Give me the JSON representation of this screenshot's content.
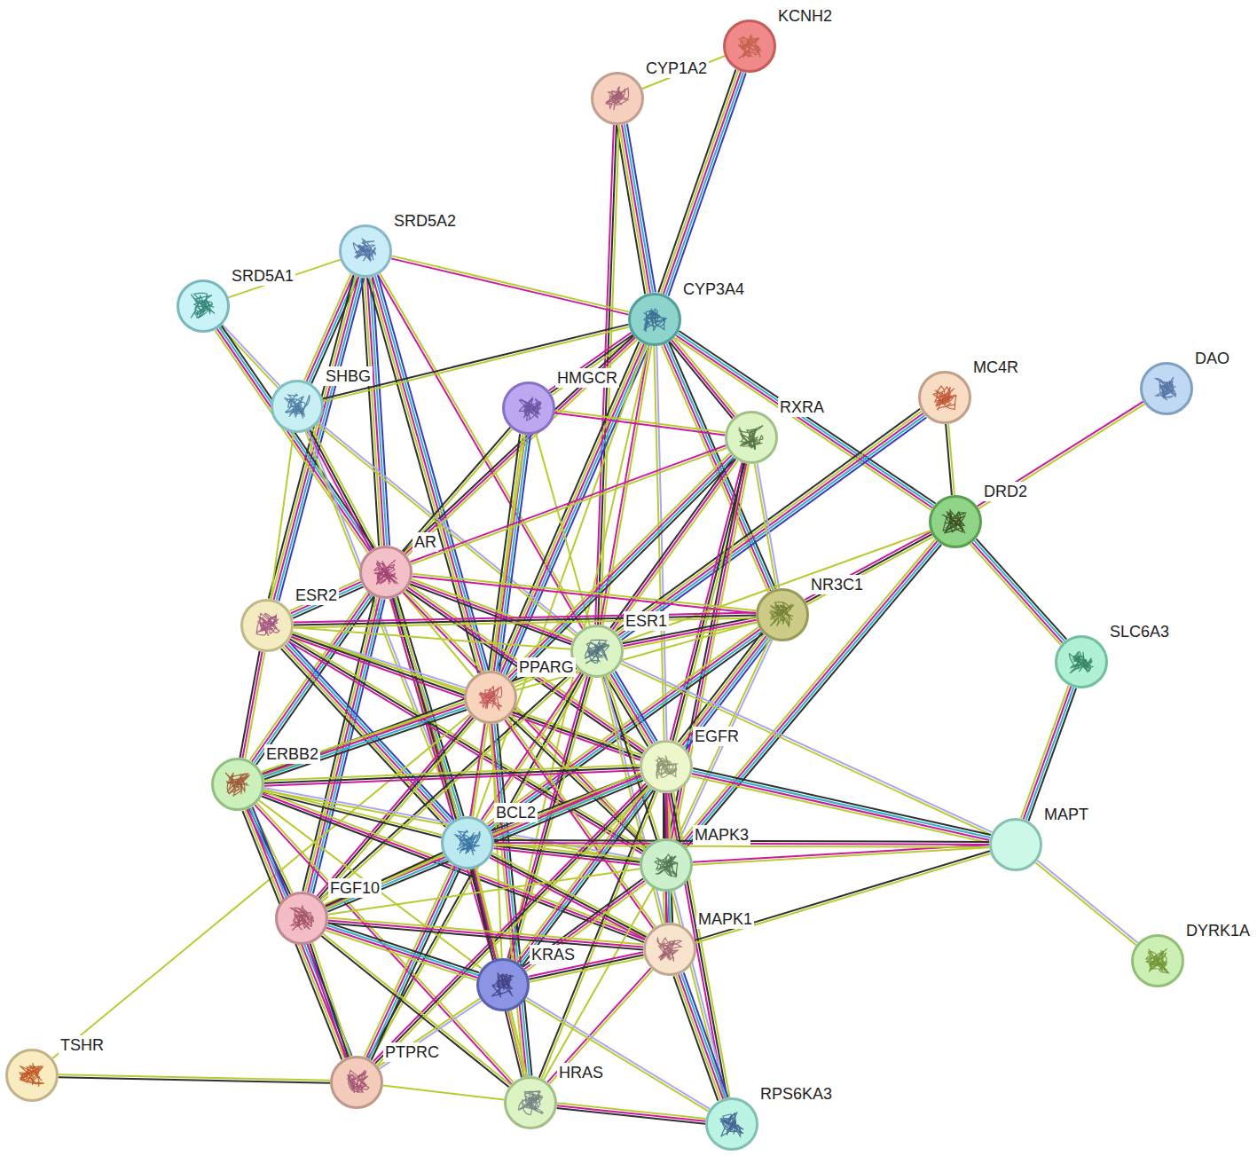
{
  "diagram": {
    "nodes": [
      {
        "text": [
          "KCNH2"
        ]
      },
      {
        "text": [
          "CYP1A2"
        ]
      },
      {
        "text": [
          "SRD5A2"
        ]
      },
      {
        "text": [
          "SRD5A1"
        ]
      },
      {
        "text": [
          "CYP3A4"
        ]
      },
      {
        "text": [
          "SHBG"
        ]
      },
      {
        "text": [
          "HMGCR"
        ]
      },
      {
        "text": [
          "MC4R"
        ]
      },
      {
        "text": [
          "DAO"
        ]
      },
      {
        "text": [
          "RXRA"
        ]
      },
      {
        "text": [
          "DRD2"
        ]
      },
      {
        "text": [
          "AR"
        ]
      },
      {
        "text": [
          "NR3C1"
        ]
      },
      {
        "text": [
          "ESR2"
        ]
      },
      {
        "text": [
          "ESR1"
        ]
      },
      {
        "text": [
          "PPARG"
        ]
      },
      {
        "text": [
          "SLC6A3"
        ]
      },
      {
        "text": [
          "ERBB2"
        ]
      },
      {
        "text": [
          "EGFR"
        ]
      },
      {
        "text": [
          "BCL2"
        ]
      },
      {
        "text": [
          "MAPT"
        ]
      },
      {
        "text": [
          "MAPK3"
        ]
      },
      {
        "text": [
          "FGF10"
        ]
      },
      {
        "text": [
          "MAPK1"
        ]
      },
      {
        "text": [
          "KRAS"
        ]
      },
      {
        "text": [
          "DYRK1A"
        ]
      },
      {
        "text": [
          "TSHR"
        ]
      },
      {
        "text": [
          "PTPRC"
        ]
      },
      {
        "text": [
          "HRAS"
        ]
      },
      {
        "text": [
          "RPS6KA3"
        ]
      }
    ],
    "edges": [
      {
        "from": 0,
        "to": 1,
        "arrow": "none"
      },
      {
        "from": 0,
        "to": 4,
        "arrow": "none"
      },
      {
        "from": 1,
        "to": 4,
        "arrow": "none"
      },
      {
        "from": 1,
        "to": 14,
        "arrow": "none"
      },
      {
        "from": 2,
        "to": 3,
        "arrow": "none"
      },
      {
        "from": 2,
        "to": 5,
        "arrow": "none"
      },
      {
        "from": 2,
        "to": 11,
        "arrow": "none"
      },
      {
        "from": 2,
        "to": 4,
        "arrow": "none"
      },
      {
        "from": 2,
        "to": 13,
        "arrow": "none"
      },
      {
        "from": 2,
        "to": 14,
        "arrow": "none"
      },
      {
        "from": 2,
        "to": 15,
        "arrow": "none"
      },
      {
        "from": 3,
        "to": 5,
        "arrow": "none"
      },
      {
        "from": 3,
        "to": 11,
        "arrow": "none"
      },
      {
        "from": 4,
        "to": 5,
        "arrow": "none"
      },
      {
        "from": 4,
        "to": 6,
        "arrow": "none"
      },
      {
        "from": 4,
        "to": 9,
        "arrow": "none"
      },
      {
        "from": 4,
        "to": 10,
        "arrow": "none"
      },
      {
        "from": 4,
        "to": 11,
        "arrow": "none"
      },
      {
        "from": 4,
        "to": 12,
        "arrow": "none"
      },
      {
        "from": 4,
        "to": 14,
        "arrow": "none"
      },
      {
        "from": 4,
        "to": 15,
        "arrow": "none"
      },
      {
        "from": 4,
        "to": 18,
        "arrow": "none"
      },
      {
        "from": 4,
        "to": 19,
        "arrow": "none"
      },
      {
        "from": 4,
        "to": 24,
        "arrow": "none"
      },
      {
        "from": 5,
        "to": 11,
        "arrow": "none"
      },
      {
        "from": 5,
        "to": 13,
        "arrow": "none"
      },
      {
        "from": 5,
        "to": 14,
        "arrow": "none"
      },
      {
        "from": 5,
        "to": 19,
        "arrow": "none"
      },
      {
        "from": 6,
        "to": 9,
        "arrow": "none"
      },
      {
        "from": 6,
        "to": 11,
        "arrow": "none"
      },
      {
        "from": 6,
        "to": 15,
        "arrow": "none"
      },
      {
        "from": 6,
        "to": 14,
        "arrow": "none"
      },
      {
        "from": 6,
        "to": 19,
        "arrow": "none"
      },
      {
        "from": 7,
        "to": 10,
        "arrow": "none"
      },
      {
        "from": 7,
        "to": 14,
        "arrow": "none"
      },
      {
        "from": 8,
        "to": 10,
        "arrow": "none"
      },
      {
        "from": 9,
        "to": 12,
        "arrow": "none"
      },
      {
        "from": 9,
        "to": 14,
        "arrow": "none"
      },
      {
        "from": 9,
        "to": 15,
        "arrow": "none"
      },
      {
        "from": 9,
        "to": 18,
        "arrow": "none"
      },
      {
        "from": 9,
        "to": 21,
        "arrow": "none"
      },
      {
        "from": 9,
        "to": 11,
        "arrow": "none"
      },
      {
        "from": 10,
        "to": 12,
        "arrow": "none"
      },
      {
        "from": 10,
        "to": 14,
        "arrow": "none"
      },
      {
        "from": 10,
        "to": 16,
        "arrow": "none"
      },
      {
        "from": 10,
        "to": 21,
        "arrow": "none"
      },
      {
        "from": 11,
        "to": 13,
        "arrow": "none"
      },
      {
        "from": 11,
        "to": 14,
        "arrow": "none"
      },
      {
        "from": 11,
        "to": 12,
        "arrow": "none"
      },
      {
        "from": 11,
        "to": 15,
        "arrow": "none"
      },
      {
        "from": 11,
        "to": 17,
        "arrow": "none"
      },
      {
        "from": 11,
        "to": 18,
        "arrow": "none"
      },
      {
        "from": 11,
        "to": 19,
        "arrow": "none"
      },
      {
        "from": 11,
        "to": 21,
        "arrow": "none"
      },
      {
        "from": 11,
        "to": 22,
        "arrow": "none"
      },
      {
        "from": 11,
        "to": 24,
        "arrow": "none"
      },
      {
        "from": 12,
        "to": 14,
        "arrow": "none"
      },
      {
        "from": 12,
        "to": 13,
        "arrow": "none"
      },
      {
        "from": 12,
        "to": 15,
        "arrow": "none"
      },
      {
        "from": 12,
        "to": 18,
        "arrow": "none"
      },
      {
        "from": 12,
        "to": 21,
        "arrow": "none"
      },
      {
        "from": 12,
        "to": 19,
        "arrow": "none"
      },
      {
        "from": 13,
        "to": 14,
        "arrow": "none"
      },
      {
        "from": 13,
        "to": 15,
        "arrow": "none"
      },
      {
        "from": 13,
        "to": 17,
        "arrow": "none"
      },
      {
        "from": 13,
        "to": 19,
        "arrow": "none"
      },
      {
        "from": 13,
        "to": 21,
        "arrow": "none"
      },
      {
        "from": 13,
        "to": 18,
        "arrow": "none"
      },
      {
        "from": 14,
        "to": 15,
        "arrow": "none"
      },
      {
        "from": 14,
        "to": 18,
        "arrow": "none"
      },
      {
        "from": 14,
        "to": 19,
        "arrow": "none"
      },
      {
        "from": 14,
        "to": 21,
        "arrow": "none"
      },
      {
        "from": 14,
        "to": 23,
        "arrow": "none"
      },
      {
        "from": 14,
        "to": 20,
        "arrow": "none"
      },
      {
        "from": 14,
        "to": 24,
        "arrow": "none"
      },
      {
        "from": 14,
        "to": 17,
        "arrow": "none"
      },
      {
        "from": 14,
        "to": 22,
        "arrow": "none"
      },
      {
        "from": 14,
        "to": 27,
        "arrow": "none"
      },
      {
        "from": 15,
        "to": 17,
        "arrow": "none"
      },
      {
        "from": 15,
        "to": 19,
        "arrow": "none"
      },
      {
        "from": 15,
        "to": 21,
        "arrow": "none"
      },
      {
        "from": 15,
        "to": 22,
        "arrow": "none"
      },
      {
        "from": 15,
        "to": 24,
        "arrow": "none"
      },
      {
        "from": 15,
        "to": 23,
        "arrow": "none"
      },
      {
        "from": 15,
        "to": 26,
        "arrow": "none"
      },
      {
        "from": 15,
        "to": 28,
        "arrow": "none"
      },
      {
        "from": 16,
        "to": 20,
        "arrow": "none"
      },
      {
        "from": 17,
        "to": 18,
        "arrow": "none"
      },
      {
        "from": 17,
        "to": 19,
        "arrow": "none"
      },
      {
        "from": 17,
        "to": 21,
        "arrow": "none"
      },
      {
        "from": 17,
        "to": 23,
        "arrow": "none"
      },
      {
        "from": 17,
        "to": 22,
        "arrow": "none"
      },
      {
        "from": 17,
        "to": 24,
        "arrow": "none"
      },
      {
        "from": 17,
        "to": 27,
        "arrow": "none"
      },
      {
        "from": 17,
        "to": 28,
        "arrow": "none"
      },
      {
        "from": 18,
        "to": 19,
        "arrow": "none"
      },
      {
        "from": 18,
        "to": 20,
        "arrow": "none"
      },
      {
        "from": 18,
        "to": 21,
        "arrow": "none"
      },
      {
        "from": 18,
        "to": 22,
        "arrow": "none"
      },
      {
        "from": 18,
        "to": 23,
        "arrow": "none"
      },
      {
        "from": 18,
        "to": 24,
        "arrow": "none"
      },
      {
        "from": 18,
        "to": 27,
        "arrow": "none"
      },
      {
        "from": 18,
        "to": 28,
        "arrow": "none"
      },
      {
        "from": 18,
        "to": 29,
        "arrow": "none"
      },
      {
        "from": 19,
        "to": 21,
        "arrow": "none"
      },
      {
        "from": 19,
        "to": 22,
        "arrow": "none"
      },
      {
        "from": 19,
        "to": 23,
        "arrow": "none"
      },
      {
        "from": 19,
        "to": 24,
        "arrow": "none"
      },
      {
        "from": 19,
        "to": 27,
        "arrow": "none"
      },
      {
        "from": 19,
        "to": 28,
        "arrow": "none"
      },
      {
        "from": 20,
        "to": 21,
        "arrow": "none"
      },
      {
        "from": 20,
        "to": 23,
        "arrow": "none"
      },
      {
        "from": 20,
        "to": 25,
        "arrow": "none"
      },
      {
        "from": 20,
        "to": 19,
        "arrow": "none"
      },
      {
        "from": 21,
        "to": 23,
        "arrow": "none"
      },
      {
        "from": 21,
        "to": 24,
        "arrow": "none"
      },
      {
        "from": 21,
        "to": 28,
        "arrow": "none"
      },
      {
        "from": 21,
        "to": 29,
        "arrow": "none"
      },
      {
        "from": 21,
        "to": 22,
        "arrow": "none"
      },
      {
        "from": 22,
        "to": 23,
        "arrow": "none"
      },
      {
        "from": 22,
        "to": 24,
        "arrow": "none"
      },
      {
        "from": 22,
        "to": 27,
        "arrow": "none"
      },
      {
        "from": 22,
        "to": 28,
        "arrow": "none"
      },
      {
        "from": 23,
        "to": 24,
        "arrow": "none"
      },
      {
        "from": 23,
        "to": 28,
        "arrow": "none"
      },
      {
        "from": 23,
        "to": 29,
        "arrow": "none"
      },
      {
        "from": 24,
        "to": 27,
        "arrow": "none"
      },
      {
        "from": 24,
        "to": 28,
        "arrow": "none"
      },
      {
        "from": 24,
        "to": 29,
        "arrow": "none"
      },
      {
        "from": 26,
        "to": 27,
        "arrow": "none"
      },
      {
        "from": 27,
        "to": 28,
        "arrow": "none"
      },
      {
        "from": 28,
        "to": 29,
        "arrow": "none"
      }
    ]
  }
}
